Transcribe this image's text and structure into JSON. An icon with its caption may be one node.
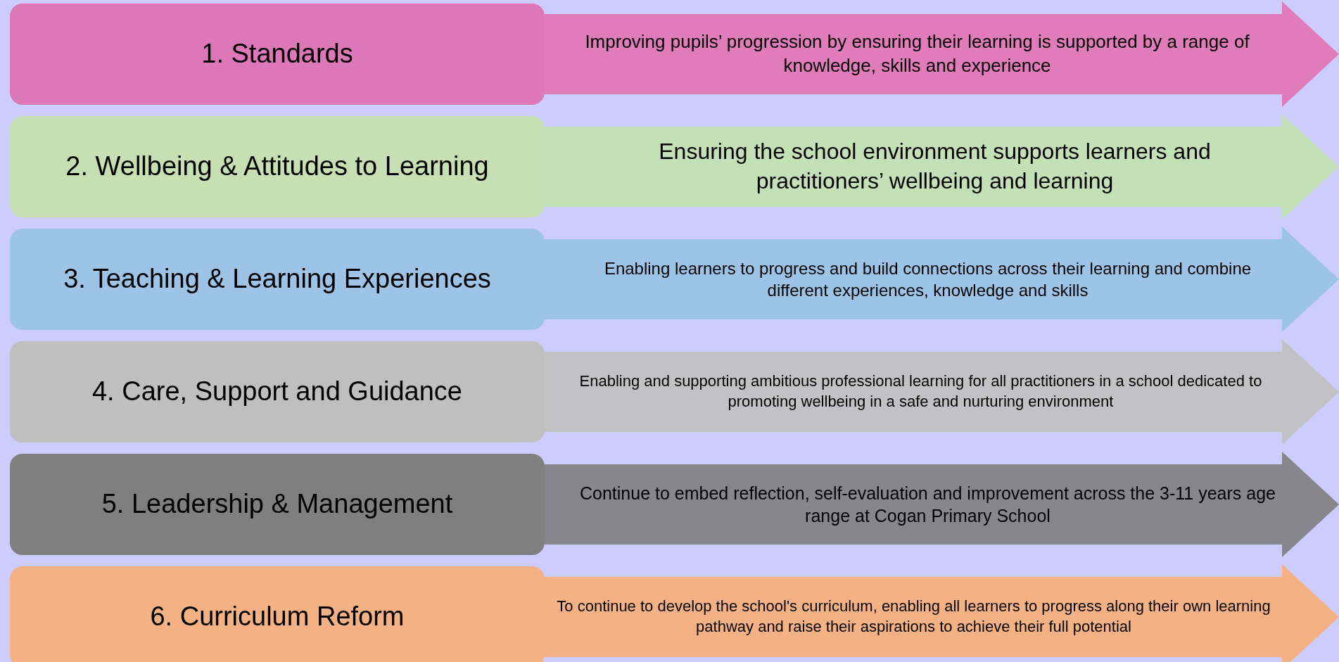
{
  "diagram": {
    "nodes": [
      {
        "text": [
          "1.  Standards"
        ]
      },
      {
        "text": [
          "Improving pupils’ progression by ensuring their learning is supported by a range of knowledge, skills and experience"
        ]
      },
      {
        "text": [
          "2. Wellbeing & Attitudes to Learning"
        ]
      },
      {
        "text": [
          "Ensuring the school environment supports learners and practitioners’ wellbeing and learning"
        ]
      },
      {
        "text": [
          "3. Teaching & Learning Experiences"
        ]
      },
      {
        "text": [
          "Enabling learners to progress and build connections across their learning and combine different experiences, knowledge and skills"
        ]
      },
      {
        "text": [
          "4. Care, Support and Guidance"
        ]
      },
      {
        "text": [
          "Enabling and supporting ambitious professional learning for all practitioners in a school dedicated to promoting wellbeing in a safe and nurturing environment"
        ]
      },
      {
        "text": [
          "5. Leadership & Management"
        ]
      },
      {
        "text": [
          "Continue to embed reflection, self-evaluation and improvement across the 3-11 years age range at Cogan Primary School"
        ]
      },
      {
        "text": [
          "6. Curriculum Reform"
        ]
      },
      {
        "text": [
          "To continue to develop the school's curriculum, enabling all learners to progress along their own learning pathway and raise their aspirations to achieve their full potential"
        ]
      }
    ]
  }
}
